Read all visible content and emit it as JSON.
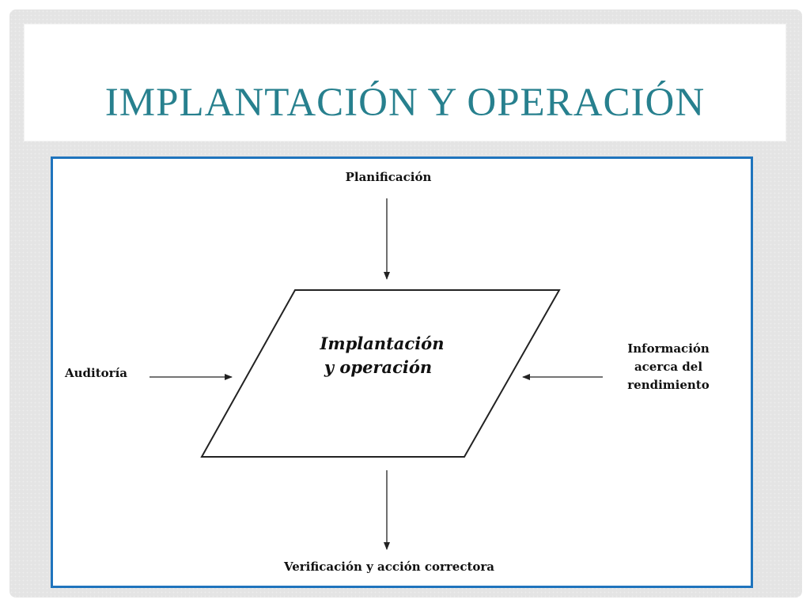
{
  "slide": {
    "title": "IMPLANTACIÓN Y OPERACIÓN"
  },
  "diagram": {
    "center": {
      "line1": "Implantación",
      "line2": "y operación"
    },
    "top_input": "Planificación",
    "left_input": "Auditoría",
    "right_input": {
      "line1": "Información",
      "line2": "acerca del",
      "line3": "rendimiento"
    },
    "bottom_output": "Verificación y acción correctora"
  },
  "colors": {
    "title": "#27808e",
    "figure_border": "#1f74bd",
    "background": "#e4e4e4"
  }
}
